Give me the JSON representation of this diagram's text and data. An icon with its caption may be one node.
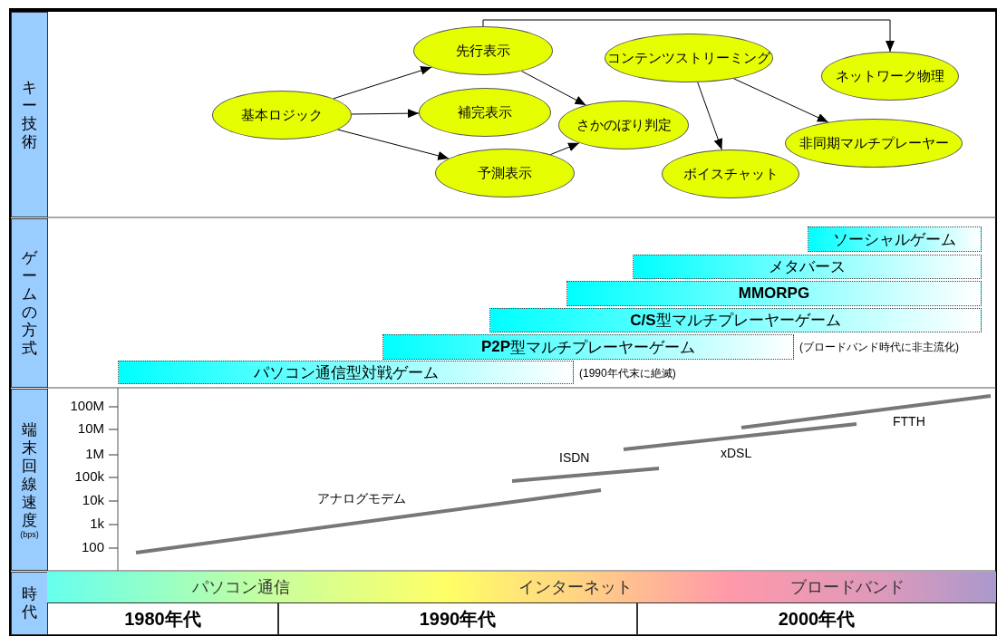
{
  "diagram": {
    "nodes": [
      {
        "text": [
          "キー技術"
        ]
      },
      {
        "text": [
          "基本ロジック"
        ]
      },
      {
        "text": [
          "先行表示"
        ]
      },
      {
        "text": [
          "補完表示"
        ]
      },
      {
        "text": [
          "予測表示"
        ]
      },
      {
        "text": [
          "さかのぼり判定"
        ]
      },
      {
        "text": [
          "コンテンツストリーミング"
        ]
      },
      {
        "text": [
          "ネットワーク物理"
        ]
      },
      {
        "text": [
          "ボイスチャット"
        ]
      },
      {
        "text": [
          "非同期マルチプレーヤー"
        ]
      },
      {
        "text": [
          "ゲームの方式"
        ]
      },
      {
        "text": [
          "ソーシャルゲーム"
        ]
      },
      {
        "text": [
          "メタバース"
        ]
      },
      {
        "text": [
          "MMORPG"
        ]
      },
      {
        "text": [
          "**C/S**型マルチプレーヤーゲーム"
        ]
      },
      {
        "text": [
          "**P2P**型マルチプレーヤーゲーム"
        ],
        "beside": [
          "(ブロードバンド時代に非主流化)"
        ]
      },
      {
        "text": [
          "パソコン通信型対戦ゲーム"
        ],
        "beside": [
          "(1990年代末に絶滅)"
        ]
      },
      {
        "text": [
          "端末回線速度",
          "(bps)"
        ]
      },
      {
        "text": [
          "時代"
        ]
      },
      {
        "text": [
          "パソコン通信",
          "インターネット",
          "ブロードバンド"
        ]
      },
      {
        "text": [
          "1980年代"
        ]
      },
      {
        "text": [
          "1990年代"
        ]
      },
      {
        "text": [
          "2000年代"
        ]
      }
    ],
    "edges": [
      {
        "from": 1,
        "to": 2,
        "arrow": "to"
      },
      {
        "from": 1,
        "to": 3,
        "arrow": "to"
      },
      {
        "from": 1,
        "to": 4,
        "arrow": "to"
      },
      {
        "from": 2,
        "to": 5,
        "arrow": "to"
      },
      {
        "from": 4,
        "to": 5,
        "arrow": "to"
      },
      {
        "from": 2,
        "to": 7,
        "arrow": "to"
      },
      {
        "from": 6,
        "to": 8,
        "arrow": "to"
      },
      {
        "from": 6,
        "to": 9,
        "arrow": "to"
      }
    ],
    "labels": [
      "100M",
      "10M",
      "1M",
      "100k",
      "10k",
      "1k",
      "100",
      "FTTH",
      "xDSL",
      "ISDN",
      "アナログモデム"
    ]
  }
}
